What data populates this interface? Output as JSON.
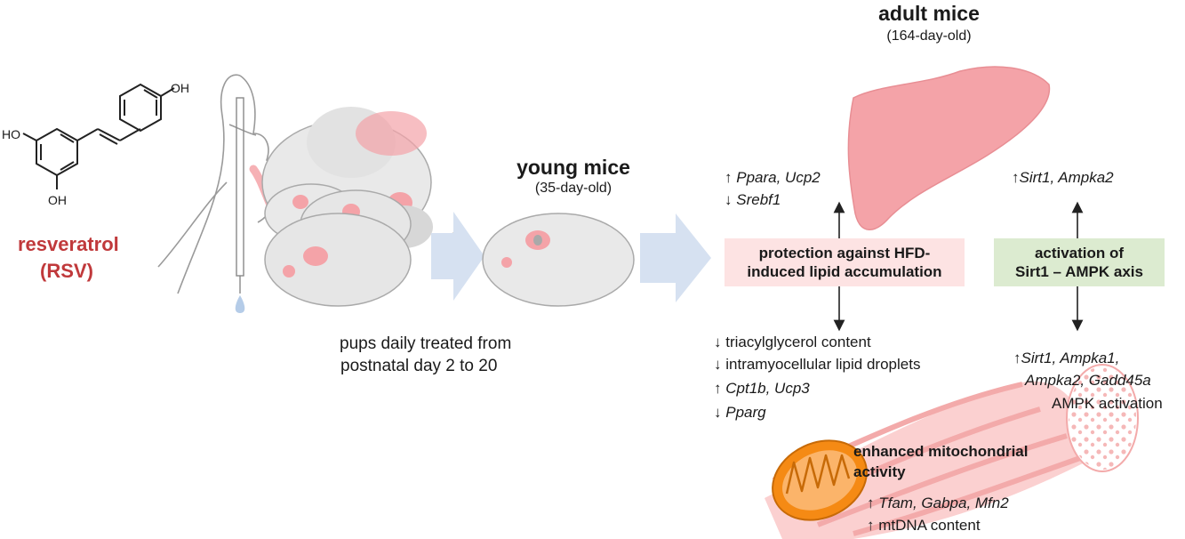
{
  "molecule": {
    "oh_top": "OH",
    "oh_left": "HO",
    "oh_bottom": "OH",
    "name": "resveratrol",
    "abbrev": "(RSV)"
  },
  "treatment": {
    "line1": "pups daily treated from",
    "line2": "postnatal day 2 to 20"
  },
  "young": {
    "title": "young mice",
    "age": "(35-day-old)"
  },
  "adult": {
    "title": "adult mice",
    "age": "(164-day-old)"
  },
  "liver": {
    "genes_up": "Ppara, Ucp2",
    "genes_down": "Srebf1",
    "sirt_genes": "Sirt1, Ampka2"
  },
  "boxes": {
    "protection_line1": "protection against HFD-",
    "protection_line2": "induced lipid accumulation",
    "activation_line1": "activation of",
    "activation_line2": "Sirt1 – AMPK axis"
  },
  "muscle": {
    "effects": [
      {
        "arrow": "↓",
        "text": "triacylglycerol content",
        "italic": false
      },
      {
        "arrow": "↓",
        "text": "intramyocellular lipid droplets",
        "italic": false
      },
      {
        "arrow": "↑",
        "text": "Cpt1b, Ucp3",
        "italic": true
      },
      {
        "arrow": "↓",
        "text": "Pparg",
        "italic": true
      }
    ],
    "sirt_line1": "Sirt1, Ampka1,",
    "sirt_line2": "Ampka2, Gadd45a",
    "ampk_activation": "AMPK activation"
  },
  "mito": {
    "title_line1": "enhanced mitochondrial",
    "title_line2": "activity",
    "genes": "Tfam, Gabpa, Mfn2",
    "mtdna": "mtDNA content"
  },
  "symbols": {
    "up": "↑",
    "down": "↓"
  },
  "colors": {
    "rsv_red": "#c0393b",
    "liver_pink": "#f4a3a8",
    "mouse_grey": "#e8e8e8",
    "arrow_blue": "#d6e1f1",
    "mito_orange": "#f58a14",
    "pink_box": "#fde3e3",
    "green_box": "#dcebd0"
  }
}
